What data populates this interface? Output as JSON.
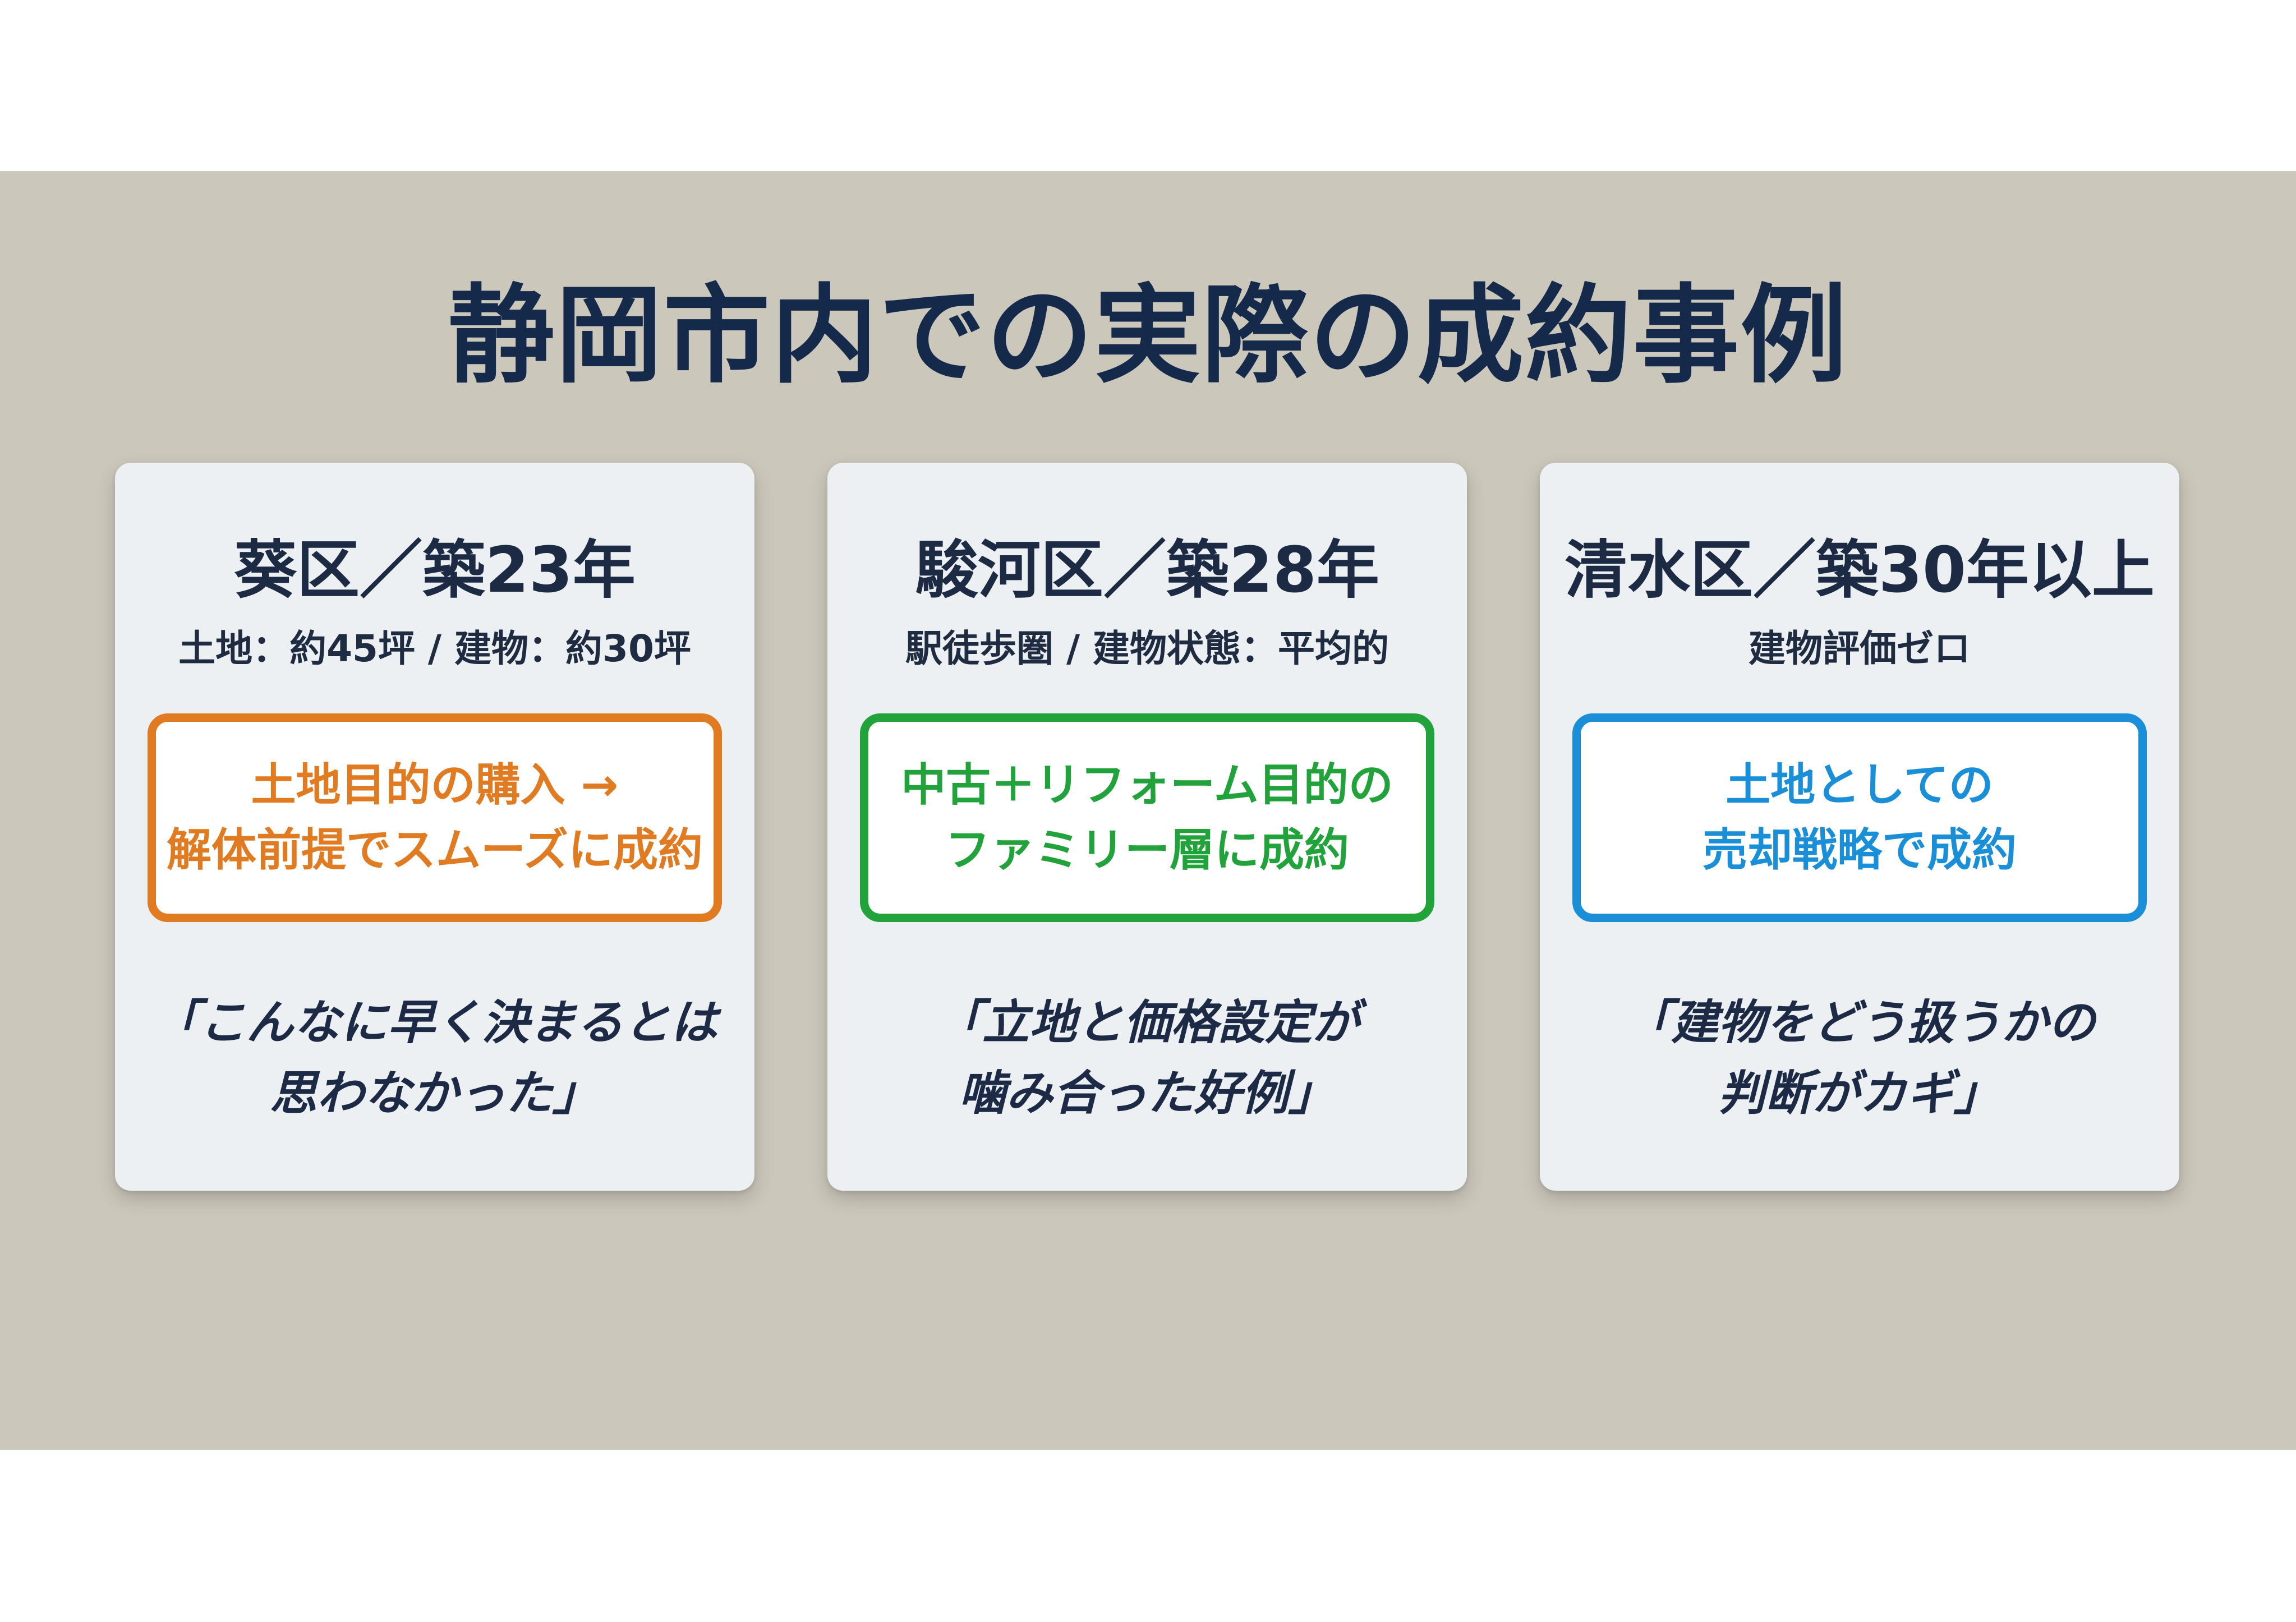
{
  "slide": {
    "title": "静岡市内での実際の成約事例",
    "background_color": "#ccc7bb"
  },
  "cases": [
    {
      "heading": "葵区／築23年",
      "detail": "土地：約45坪 / 建物：約30坪",
      "outcome_lines": [
        "土地目的の購入 →",
        "解体前提でスムーズに成約"
      ],
      "accent_color": "#e07b22",
      "quote_lines": [
        "「こんなに早く決まるとは",
        "思わなかった」"
      ]
    },
    {
      "heading": "駿河区／築28年",
      "detail": "駅徒歩圏 / 建物状態：平均的",
      "outcome_lines": [
        "中古＋リフォーム目的の",
        "ファミリー層に成約"
      ],
      "accent_color": "#22a23a",
      "quote_lines": [
        "「立地と価格設定が",
        "噛み合った好例」"
      ]
    },
    {
      "heading": "清水区／築30年以上",
      "detail": "建物評価ゼロ",
      "outcome_lines": [
        "土地としての",
        "売却戦略で成約"
      ],
      "accent_color": "#1a8fd8",
      "quote_lines": [
        "「建物をどう扱うかの",
        "判断がカギ」"
      ]
    }
  ]
}
